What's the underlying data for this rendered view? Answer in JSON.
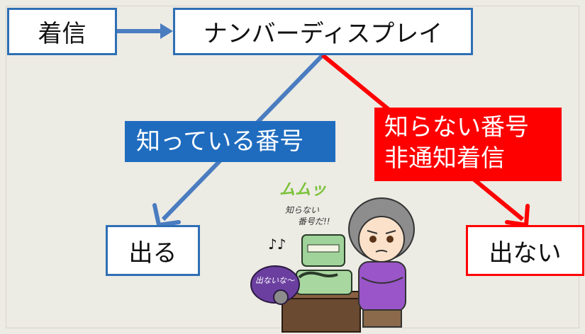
{
  "nodes": {
    "incoming_call": "着信",
    "number_display": "ナンバーディスプレイ",
    "answer": "出る",
    "no_answer": "出ない"
  },
  "branch_labels": {
    "known_number": "知っている番号",
    "unknown_number_line1": "知らない番号",
    "unknown_number_line2": "非通知着信"
  },
  "illustration": {
    "annoyed_text": "ムムッ",
    "thought_line1": "知らない",
    "thought_line2": "番号だ!!",
    "phone_caller_text": "出ないな〜"
  },
  "colors": {
    "blue": "#2f6fb5",
    "red": "#ff0000",
    "blue_label_bg": "#1f6cbf",
    "red_label_bg": "#ff0000",
    "background": "#ecebe4"
  }
}
